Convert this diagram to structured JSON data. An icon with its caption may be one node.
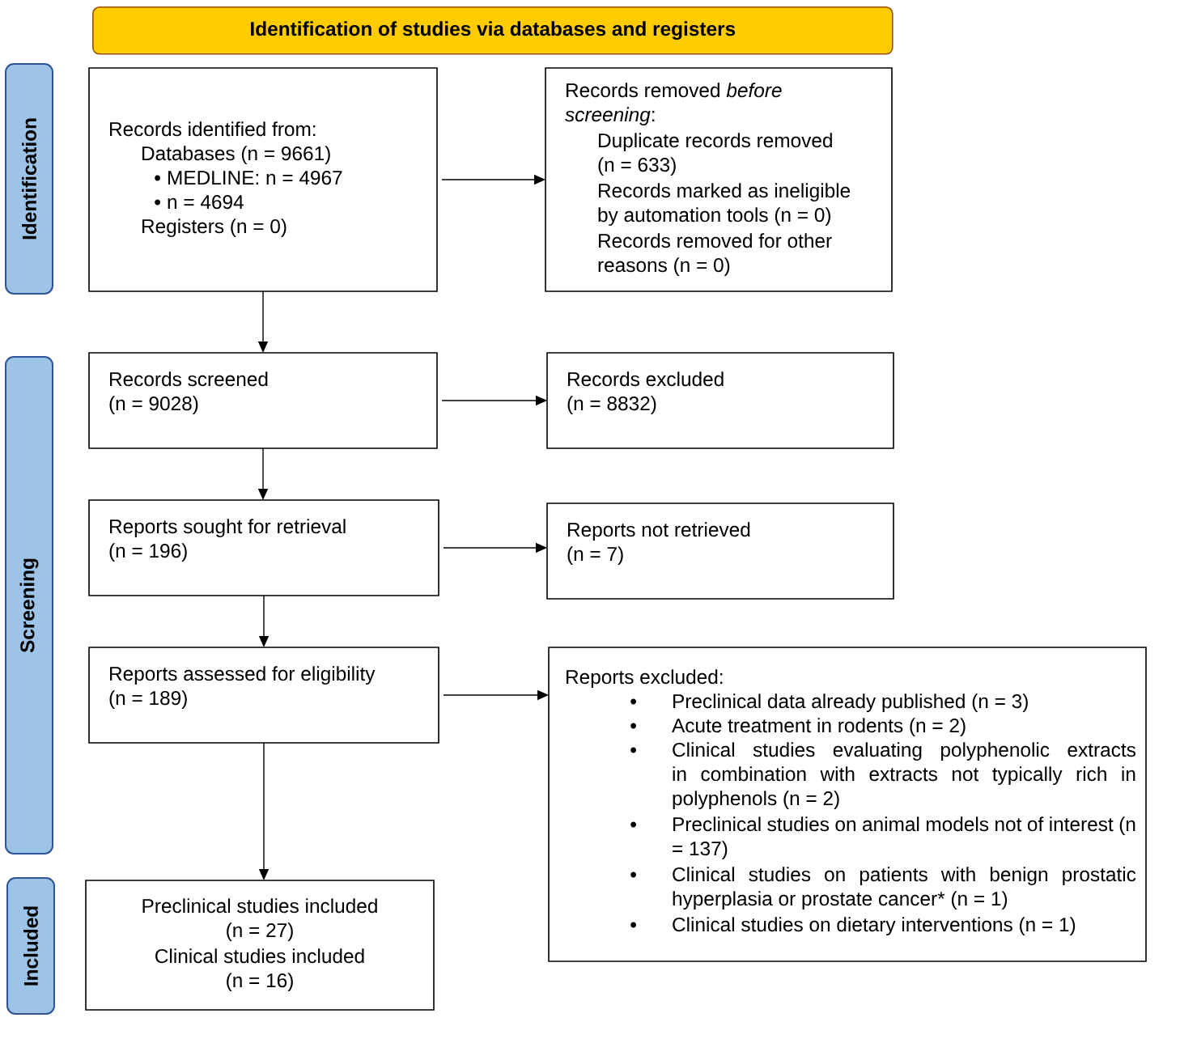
{
  "diagram": {
    "nodes": [
      {
        "text": [
          "Identification of studies via databases and registers"
        ]
      },
      {
        "text": [
          "Identification"
        ]
      },
      {
        "text": [
          "Screening"
        ]
      },
      {
        "text": [
          "Included"
        ]
      },
      {
        "text": [
          "Records identified from:",
          "Databases (n = 9661)",
          "MEDLINE: n = 4967",
          "n = 4694",
          "Registers (n = 0)"
        ]
      },
      {
        "text": [
          "Records removed *before screening*:",
          "Duplicate records removed (n = 633)",
          "Records marked as ineligible by automation tools (n = 0)",
          "Records removed for other reasons (n = 0)"
        ]
      },
      {
        "text": [
          "Records screened (n = 9028)"
        ]
      },
      {
        "text": [
          "Records excluded (n = 8832)"
        ]
      },
      {
        "text": [
          "Reports sought for retrieval (n = 196)"
        ]
      },
      {
        "text": [
          "Reports not retrieved (n = 7)"
        ]
      },
      {
        "text": [
          "Reports assessed for eligibility (n = 189)"
        ]
      },
      {
        "text": [
          "Reports excluded:",
          "Preclinical data already published (n = 3)",
          "Acute treatment in rodents (n = 2)",
          "Clinical studies evaluating polyphenolic extracts in combination with extracts not typically rich in polyphenols (n = 2)",
          "Preclinical studies on animal models not of interest (n = 137)",
          "Clinical studies on patients with benign prostatic hyperplasia or prostate cancer* (n = 1)",
          "Clinical studies on dietary interventions (n = 1)"
        ]
      },
      {
        "text": [
          "Preclinical studies included (n = 27)",
          "Clinical studies included (n = 16)"
        ]
      }
    ],
    "edges": [
      {
        "from": 4,
        "to": 5,
        "arrow": "to"
      },
      {
        "from": 4,
        "to": 6,
        "arrow": "to"
      },
      {
        "from": 6,
        "to": 7,
        "arrow": "to"
      },
      {
        "from": 6,
        "to": 8,
        "arrow": "to"
      },
      {
        "from": 8,
        "to": 9,
        "arrow": "to"
      },
      {
        "from": 8,
        "to": 10,
        "arrow": "to"
      },
      {
        "from": 10,
        "to": 11,
        "arrow": "to"
      },
      {
        "from": 10,
        "to": 12,
        "arrow": "to"
      }
    ]
  }
}
